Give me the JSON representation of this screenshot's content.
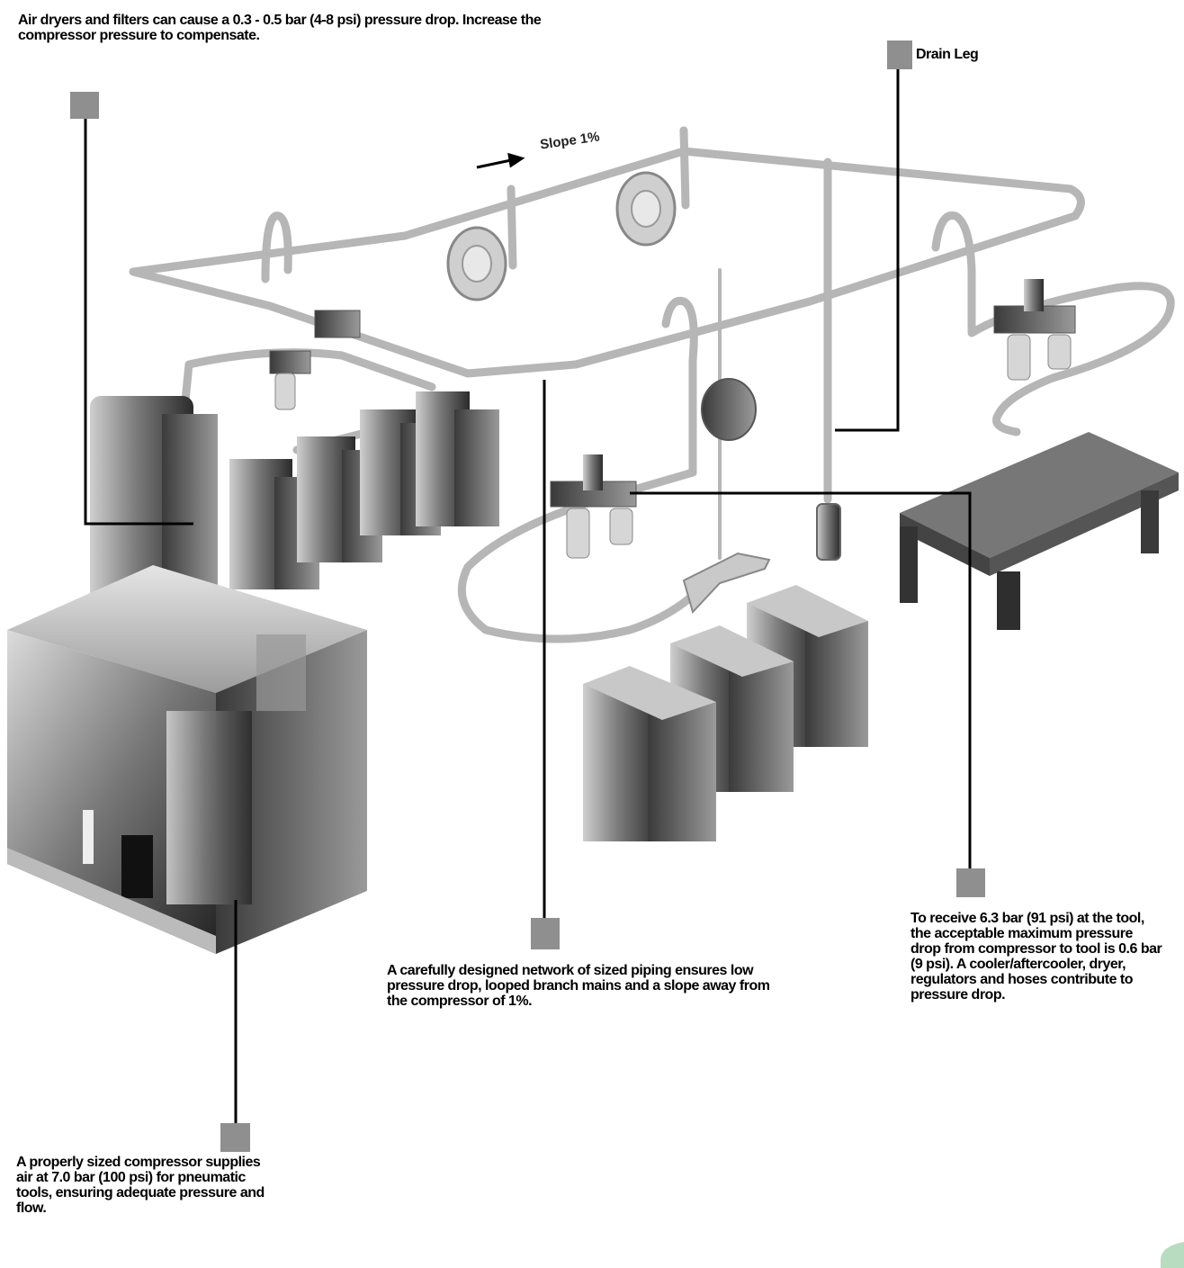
{
  "callouts": {
    "top_left": "Air dryers and filters can cause a 0.3 - 0.5 bar (4-8 psi) pressure drop. Increase the compressor pressure to compensate.",
    "drain_leg": "Drain Leg",
    "slope": "Slope 1%",
    "network": "A carefully designed network of sized piping ensures low pressure drop, looped branch mains and a slope away from the compressor of 1%.",
    "right": "To receive 6.3 bar (91 psi) at the tool, the acceptable maximum pressure drop from compressor to tool is 0.6 bar (9 psi). A cooler/aftercooler, dryer, regulators and hoses contribute to pressure drop.",
    "bottom_left": "A properly sized compressor supplies air at 7.0 bar (100 psi) for pneumatic tools, ensuring adequate pressure and flow."
  },
  "colors": {
    "marker": "#8f8f8f",
    "leader": "#000000",
    "pipe": "#b8b8b8",
    "machine_dark": "#2a2a2a",
    "machine_light": "#d0d0d0"
  }
}
